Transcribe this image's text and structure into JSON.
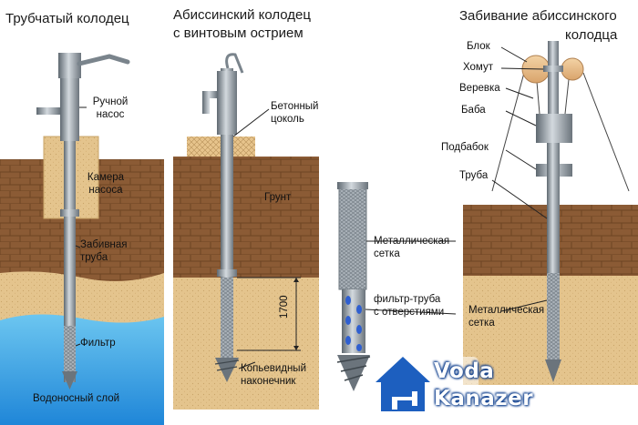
{
  "titles": {
    "tube_well": "Трубчатый колодец",
    "abyssinian_line1": "Абиссинский колодец",
    "abyssinian_line2": "с винтовым острием",
    "driving_line1": "Забивание абиссинского",
    "driving_line2": "колодца"
  },
  "labels": {
    "hand_pump_1": "Ручной",
    "hand_pump_2": "насос",
    "pump_chamber_1": "Камера",
    "pump_chamber_2": "насоса",
    "driven_pipe_1": "Забивная",
    "driven_pipe_2": "труба",
    "filter": "Фильтр",
    "aquifer": "Водоносный слой",
    "concrete_base_1": "Бетонный",
    "concrete_base_2": "цоколь",
    "soil": "Грунт",
    "dimension": "1700",
    "ring_tip_1": "Копьевидный",
    "ring_tip_2": "наконечник",
    "metal_mesh_1": "Металлическая",
    "metal_mesh_2": "сетка",
    "filter_pipe_1": "фильтр-труба",
    "filter_pipe_2": "с отверстиями",
    "block": "Блок",
    "clamp": "Хомут",
    "rope": "Веревка",
    "ram": "Баба",
    "anvil": "Подбабок",
    "pipe": "Труба",
    "metal_mesh_right_1": "Металлическая",
    "metal_mesh_right_2": "сетка"
  },
  "logo": {
    "line1": "Voda",
    "line2": "Kanazer"
  },
  "colors": {
    "soil": "#8a5a34",
    "sand": "#e3c28a",
    "water": "#3ea6e4",
    "pipe": "#9aa4ad",
    "concrete": "#e5c38b",
    "logo_blue": "#1d5fbf"
  }
}
